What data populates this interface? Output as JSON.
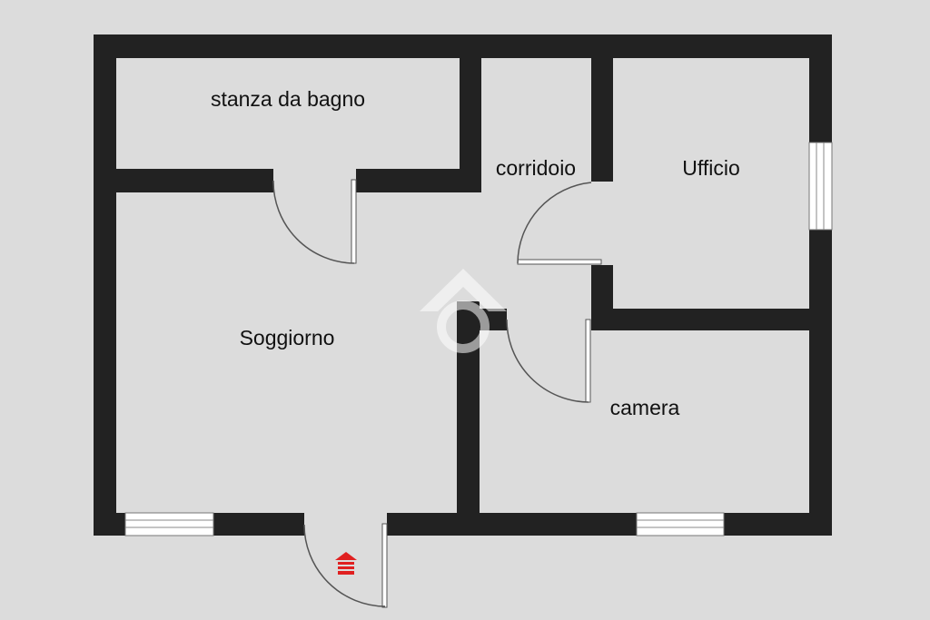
{
  "colors": {
    "background": "#dcdcdc",
    "wall": "#222222",
    "door_line": "#555555",
    "window_fill": "#ffffff",
    "entrance_marker": "#e02020",
    "watermark": "#ffffff"
  },
  "rooms": {
    "bathroom": {
      "label": "stanza da bagno"
    },
    "corridor": {
      "label": "corridoio"
    },
    "office": {
      "label": "Ufficio"
    },
    "living": {
      "label": "Soggiorno"
    },
    "bedroom": {
      "label": "camera"
    }
  },
  "icons": {
    "entrance": "entrance-arrow-icon",
    "watermark": "house-logo-watermark"
  }
}
